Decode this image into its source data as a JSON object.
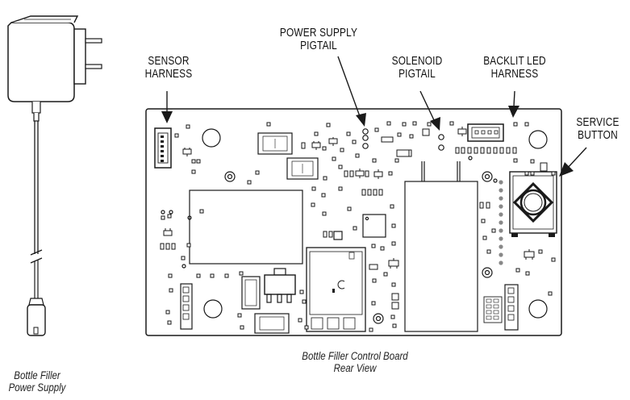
{
  "labels": {
    "sensor_harness": [
      "SENSOR",
      "HARNESS"
    ],
    "power_supply_pigtail": [
      "POWER SUPPLY",
      "PIGTAIL"
    ],
    "solenoid_pigtail": [
      "SOLENOID",
      "PIGTAIL"
    ],
    "backlit_led_harness": [
      "BACKLIT LED",
      "HARNESS"
    ],
    "service_button": [
      "SERVICE",
      "BUTTON"
    ]
  },
  "captions": {
    "control_board": [
      "Bottle Filler Control Board",
      "Rear View"
    ],
    "power_supply": [
      "Bottle Filler",
      "Power Supply"
    ]
  },
  "icons": {
    "power_adapter": "power-adapter-icon",
    "arrow": "callout-arrow-icon"
  },
  "colors": {
    "line": "#1a1a1a",
    "fill": "#ffffff",
    "chip": "#f2f2f2"
  }
}
